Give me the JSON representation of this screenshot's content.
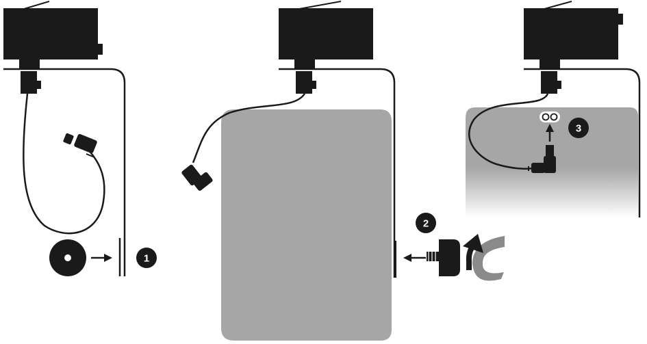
{
  "steps": [
    {
      "number": "1",
      "icon": "washer-icon"
    },
    {
      "number": "2",
      "icon": "thumbscrew-icon"
    },
    {
      "number": "3",
      "icon": "power-socket-icon"
    }
  ],
  "colors": {
    "ink": "#1a1a1a",
    "panel": "#a6a6a6",
    "badge": "#1a1a1a",
    "badge_text": "#ffffff",
    "background": "#ffffff"
  }
}
